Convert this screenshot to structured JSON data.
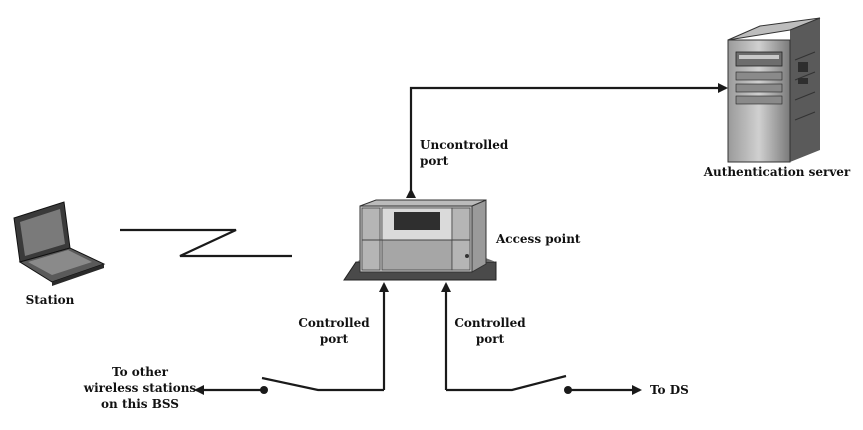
{
  "labels": {
    "authentication_server": "Authentication server",
    "uncontrolled_port": [
      "Uncontrolled",
      "port"
    ],
    "access_point": "Access point",
    "station": "Station",
    "controlled_port_left": [
      "Controlled",
      "port"
    ],
    "controlled_port_right": [
      "Controlled",
      "port"
    ],
    "to_other_stations": [
      "To other",
      "wireless stations",
      "on this BSS"
    ],
    "to_ds": "To DS"
  },
  "colors": {
    "line": "#1a1a1a",
    "device_light": "#d6d6d6",
    "device_mid": "#a9a9a9",
    "device_dark": "#4a4a4a"
  }
}
